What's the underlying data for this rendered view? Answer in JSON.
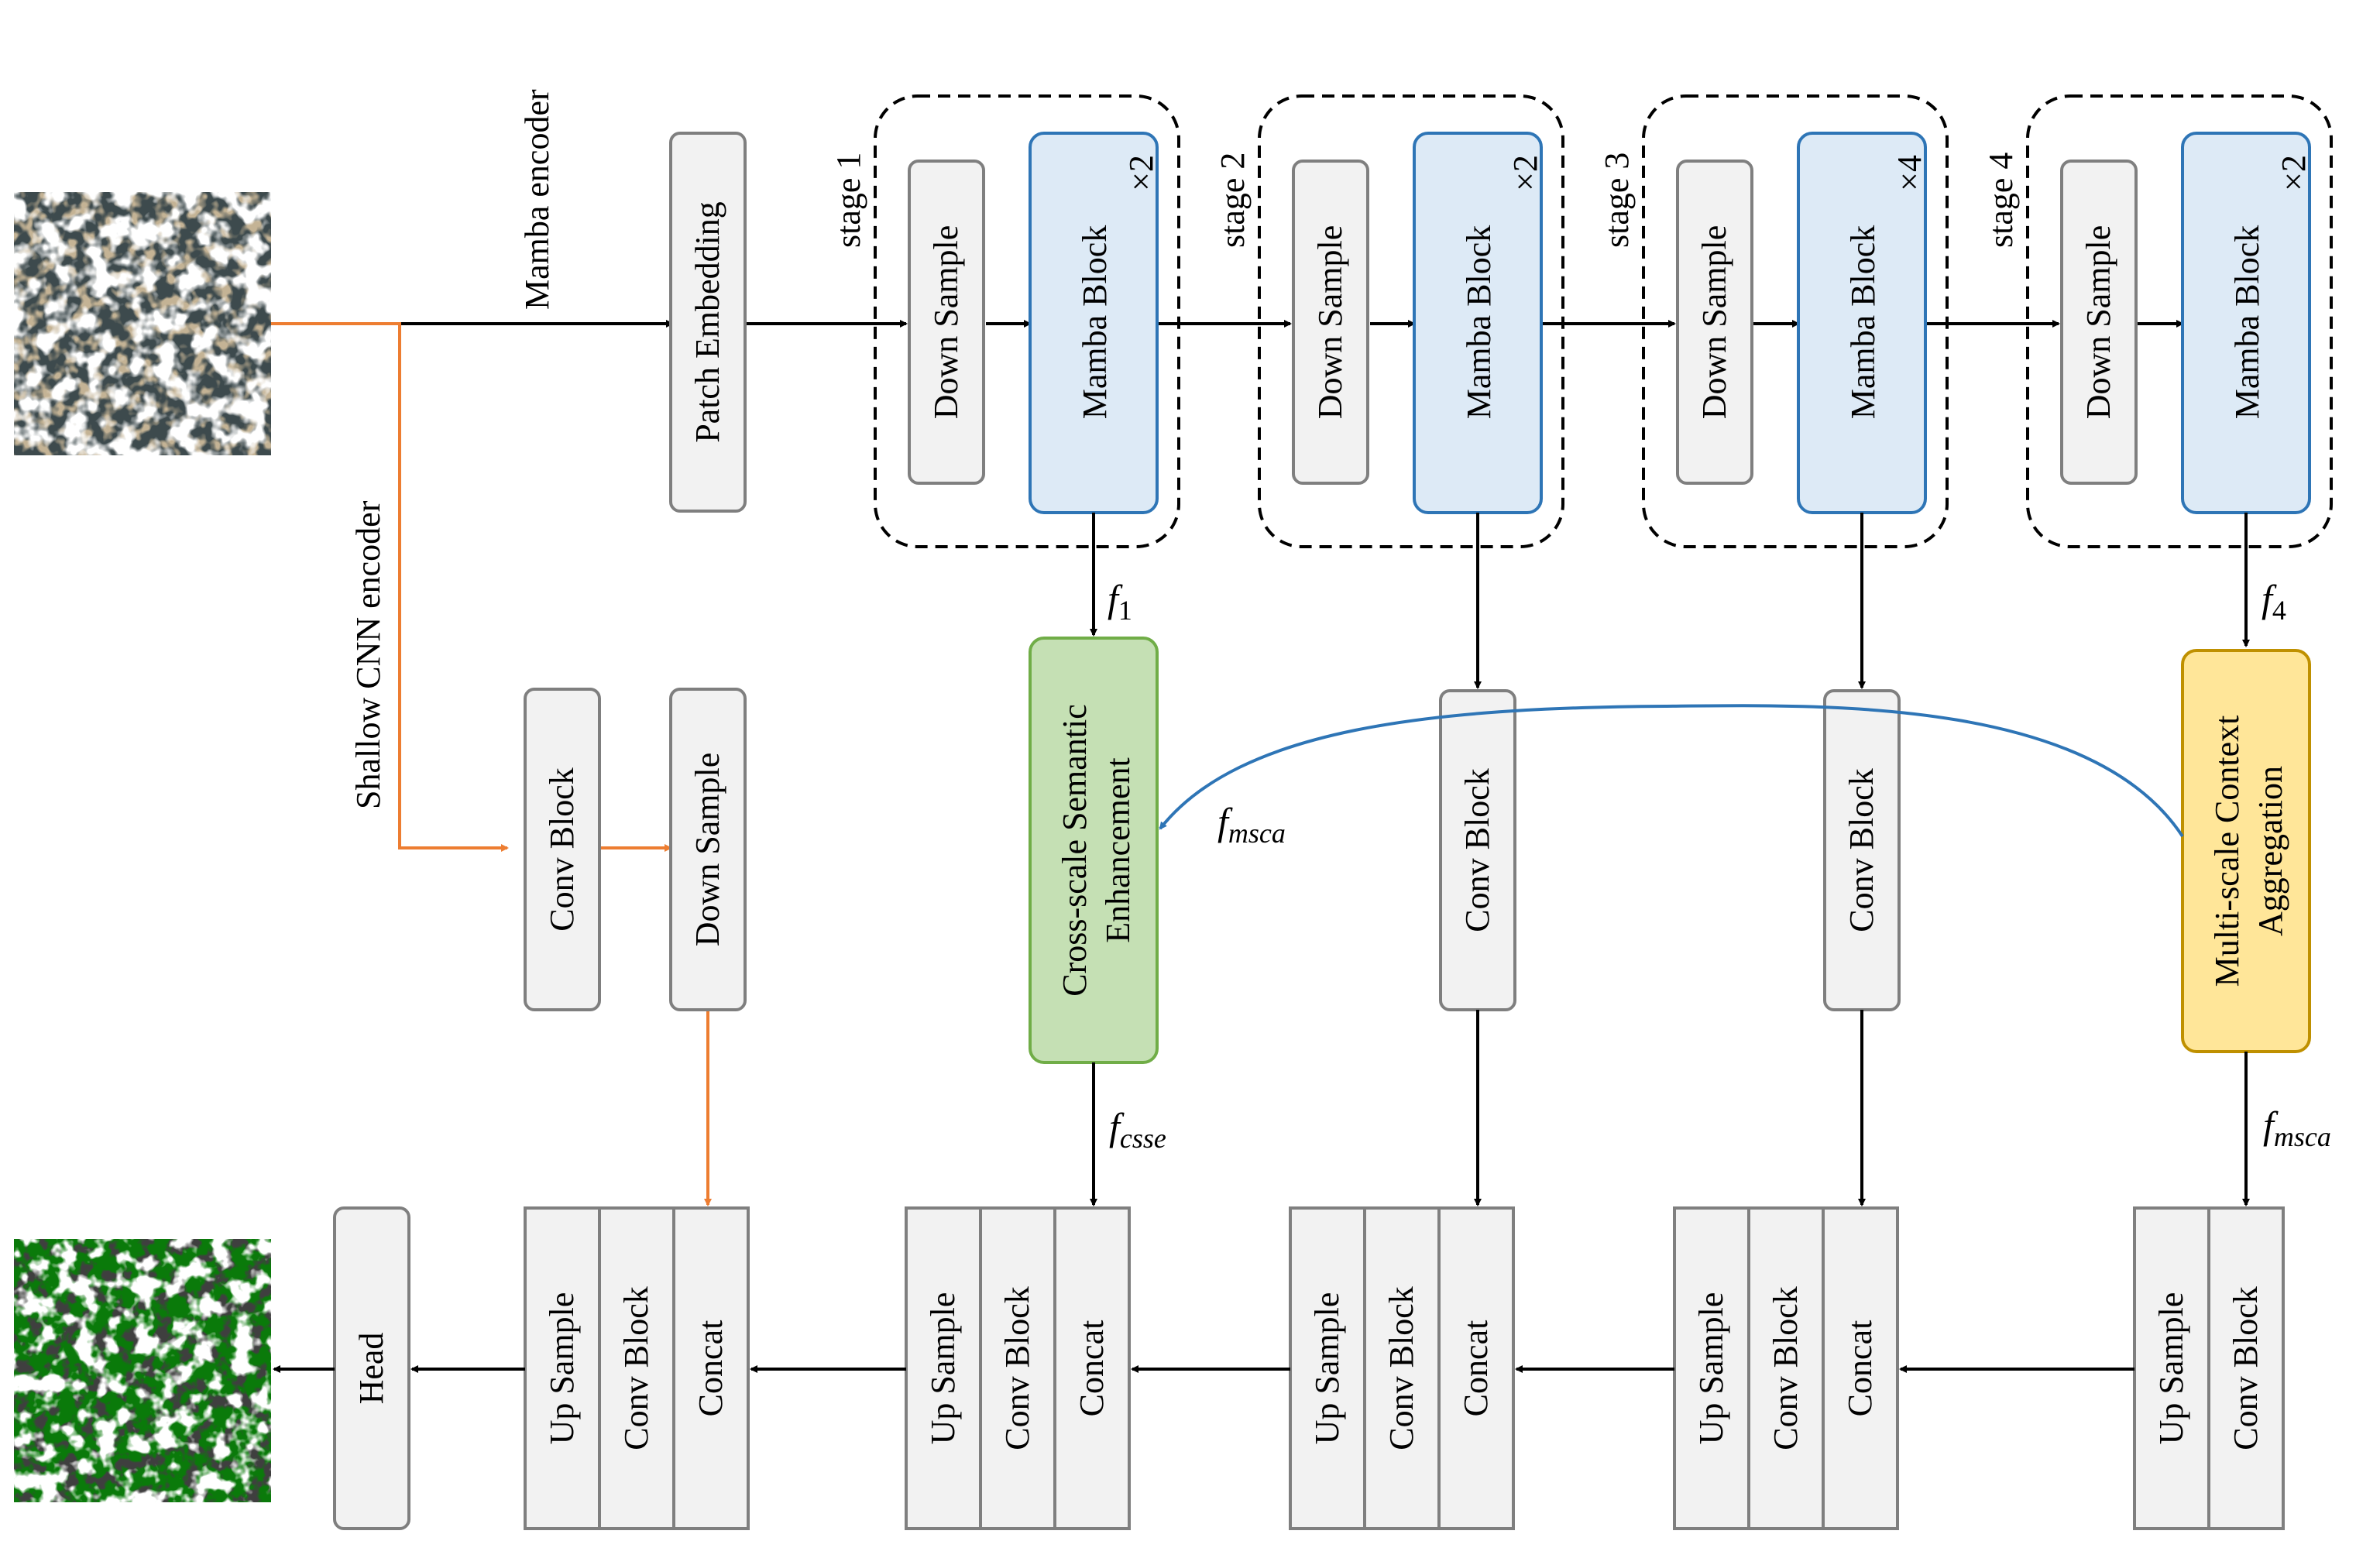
{
  "labels": {
    "mamba_encoder": "Mamba encoder",
    "shallow_cnn_encoder": "Shallow CNN encoder",
    "patch_embedding": "Patch Embedding",
    "down_sample": "Down Sample",
    "mamba_block": "Mamba Block",
    "conv_block": "Conv Block",
    "up_sample": "Up Sample",
    "concat": "Concat",
    "head": "Head",
    "csse_line1": "Cross-scale Semantic",
    "csse_line2": "Enhancement",
    "msca_line1": "Multi-scale Context",
    "msca_line2": "Aggregation"
  },
  "stages": [
    {
      "label": "stage 1",
      "repeat": "×2"
    },
    {
      "label": "stage 2",
      "repeat": "×2"
    },
    {
      "label": "stage 3",
      "repeat": "×4"
    },
    {
      "label": "stage 4",
      "repeat": "×2"
    }
  ],
  "features": {
    "f1_base": "f",
    "f1_sub": "1",
    "f4_base": "f",
    "f4_sub": "4",
    "fmsca_base": "f",
    "fmsca_sub": "msca",
    "fcsse_base": "f",
    "fcsse_sub": "csse"
  },
  "colors": {
    "encoder_path": "#000000",
    "shallow_path": "#ed7d31",
    "msca_path": "#2e75b6",
    "mamba_fill": "#ddeaf6",
    "mamba_stroke": "#2e75b6",
    "csse_fill": "#c5e0b4",
    "csse_stroke": "#70ad47",
    "msca_fill": "#ffe699",
    "msca_stroke": "#bf9000",
    "box_fill": "#f2f2f2",
    "box_stroke": "#7f7f7f"
  }
}
